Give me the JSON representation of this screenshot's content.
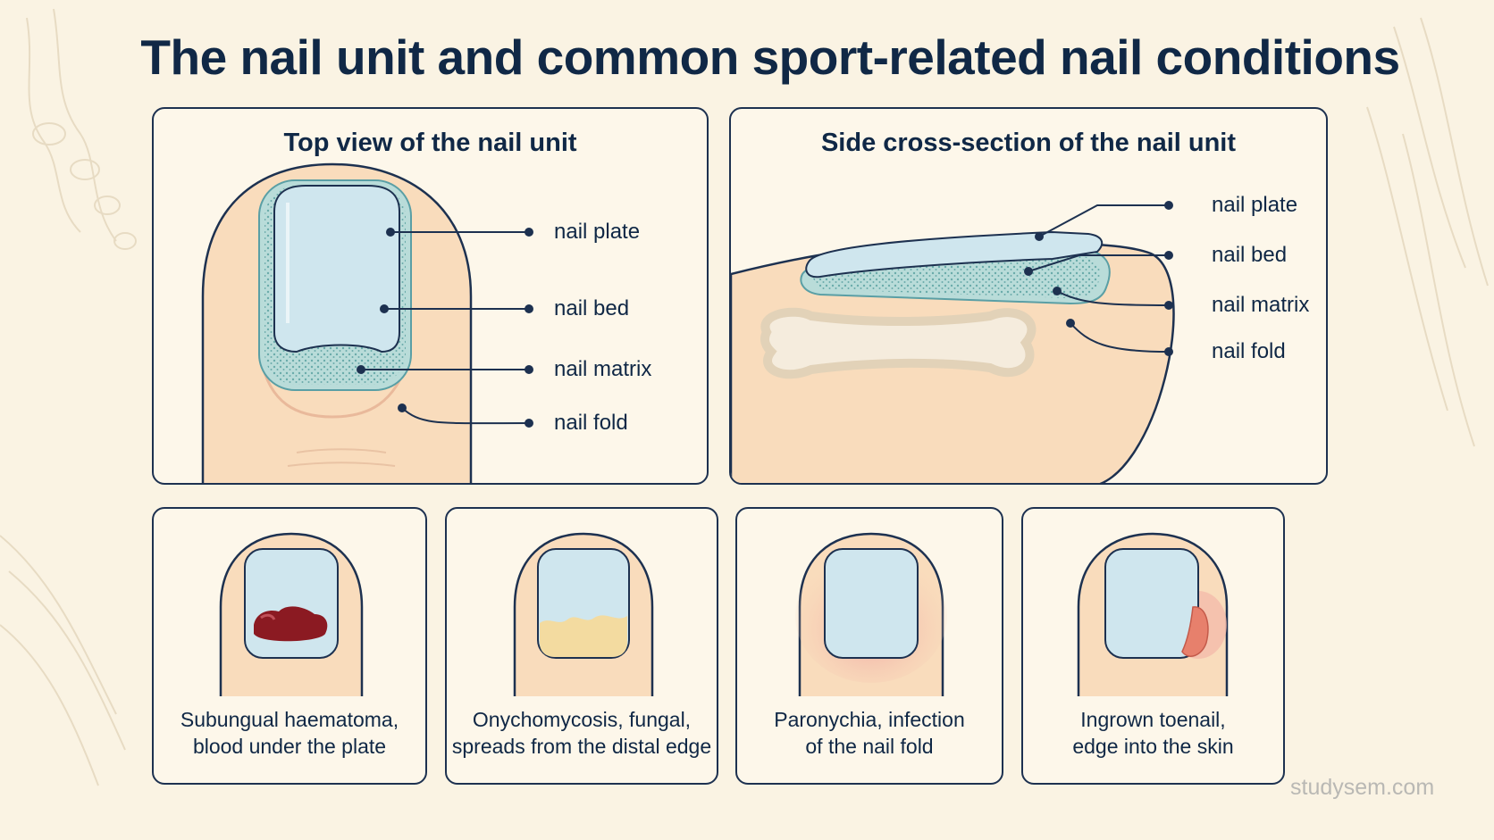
{
  "title": "The nail unit and common sport-related nail conditions",
  "top_view": {
    "title": "Top view of the nail unit",
    "labels": [
      "nail plate",
      "nail bed",
      "nail matrix",
      "nail fold"
    ]
  },
  "side_view": {
    "title": "Side cross-section of the nail unit",
    "labels": [
      "nail plate",
      "nail bed",
      "nail matrix",
      "nail fold"
    ]
  },
  "conditions": [
    {
      "line1": "Subungual haematoma,",
      "line2": "blood under the plate"
    },
    {
      "line1": "Onychomycosis, fungal,",
      "line2": "spreads from the distal edge"
    },
    {
      "line1": "Paronychia, infection",
      "line2": "of the nail fold"
    },
    {
      "line1": "Ingrown toenail,",
      "line2": "edge into the skin"
    }
  ],
  "watermark": "studysem.com",
  "colors": {
    "background": "#faf3e3",
    "skin": "#f9dcbc",
    "nail": "#cfe6ee",
    "nail_bed": "#b9dcd9",
    "outline": "#1d3150",
    "blood": "#8b1a22",
    "fungal": "#f3dba0",
    "inflammation": "#ee9c9c"
  }
}
